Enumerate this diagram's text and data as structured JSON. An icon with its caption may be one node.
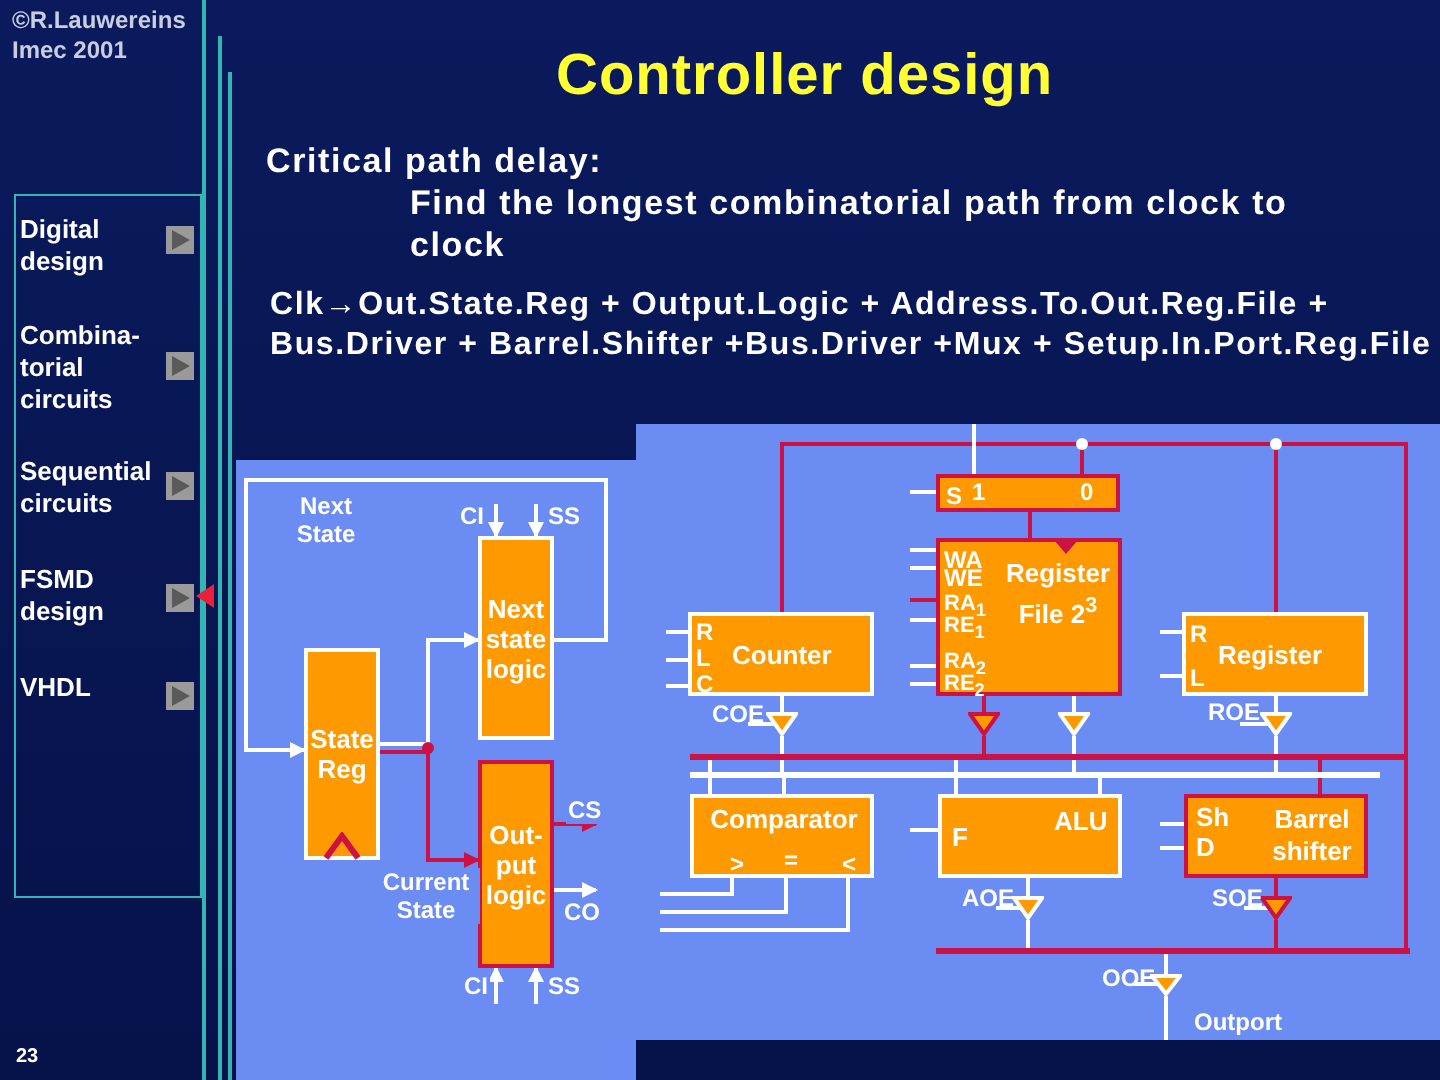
{
  "diagram": {
    "title": "Controller design",
    "nodes": [
      {
        "text": [
          "State Reg"
        ]
      },
      {
        "text": [
          "Next state logic"
        ]
      },
      {
        "text": [
          "Out- put logic"
        ]
      },
      {
        "text": [
          "S",
          "1",
          "0"
        ]
      },
      {
        "text": [
          "WA",
          "WE",
          "RA$_{1}$",
          "RE$_{1}$",
          "RA$_{2}$",
          "RE$_{2}$",
          "Register File 2$^{3}$"
        ]
      },
      {
        "text": [
          "R",
          "L",
          "C",
          "Counter"
        ]
      },
      {
        "text": [
          "R",
          "L",
          "Register"
        ]
      },
      {
        "text": [
          "Comparator",
          ">",
          "=",
          "<"
        ]
      },
      {
        "text": [
          "F",
          "ALU"
        ]
      },
      {
        "text": [
          "Sh",
          "D",
          "Barrel shifter"
        ]
      },
      {
        "text": [],
        "shape": "triangle",
        "beside": [
          "COE"
        ]
      },
      {
        "text": [],
        "shape": "triangle"
      },
      {
        "text": [],
        "shape": "triangle"
      },
      {
        "text": [],
        "shape": "triangle",
        "beside": [
          "ROE"
        ]
      },
      {
        "text": [],
        "shape": "triangle",
        "beside": [
          "AOE"
        ]
      },
      {
        "text": [],
        "shape": "triangle",
        "beside": [
          "SOE"
        ]
      },
      {
        "text": [],
        "shape": "triangle",
        "beside": [
          "OOE"
        ]
      },
      {
        "text": [],
        "shape": "bar"
      },
      {
        "text": [],
        "shape": "bar"
      },
      {
        "text": [],
        "shape": "bar"
      }
    ],
    "edges": [
      {
        "from": 1,
        "to": 0,
        "arrow": "to",
        "label": "Next State"
      },
      {
        "from": 0,
        "to": 1,
        "arrow": "to"
      },
      {
        "from": 0,
        "to": 2,
        "arrow": "to",
        "label": "Current State",
        "color": "#cc1144"
      },
      {
        "from": 2,
        "to": null,
        "arrow": "to",
        "label": "CS",
        "color": "#cc1144"
      },
      {
        "from": 2,
        "to": null,
        "arrow": "to",
        "label": "CO"
      },
      {
        "from": null,
        "to": 1,
        "arrow": "to",
        "label": "CI"
      },
      {
        "from": null,
        "to": 1,
        "arrow": "to",
        "label": "SS"
      },
      {
        "from": null,
        "to": 2,
        "arrow": "to",
        "label": "CI"
      },
      {
        "from": null,
        "to": 2,
        "arrow": "to",
        "label": "SS"
      },
      {
        "from": 3,
        "to": 4,
        "arrow": "none",
        "color": "#cc1144"
      },
      {
        "from": 4,
        "to": 11,
        "arrow": "none",
        "color": "#cc1144"
      },
      {
        "from": 4,
        "to": 12,
        "arrow": "none"
      },
      {
        "from": 5,
        "to": 10,
        "arrow": "none"
      },
      {
        "from": 6,
        "to": 13,
        "arrow": "none"
      },
      {
        "from": 10,
        "to": 18,
        "arrow": "none"
      },
      {
        "from": 11,
        "to": 17,
        "arrow": "none",
        "color": "#cc1144"
      },
      {
        "from": 12,
        "to": 18,
        "arrow": "none"
      },
      {
        "from": 13,
        "to": 18,
        "arrow": "none"
      },
      {
        "from": 17,
        "to": 7,
        "arrow": "none"
      },
      {
        "from": 18,
        "to": 7,
        "arrow": "none"
      },
      {
        "from": 17,
        "to": 8,
        "arrow": "none"
      },
      {
        "from": 18,
        "to": 8,
        "arrow": "none"
      },
      {
        "from": 17,
        "to": 9,
        "arrow": "none",
        "color": "#cc1144"
      },
      {
        "from": 8,
        "to": 14,
        "arrow": "none"
      },
      {
        "from": 9,
        "to": 15,
        "arrow": "none",
        "color": "#cc1144"
      },
      {
        "from": 14,
        "to": 19,
        "arrow": "none"
      },
      {
        "from": 15,
        "to": 19,
        "arrow": "none",
        "color": "#cc1144"
      },
      {
        "from": 19,
        "to": 16,
        "arrow": "none"
      },
      {
        "from": 16,
        "to": null,
        "arrow": "none",
        "label": "Outport"
      },
      {
        "from": 19,
        "to": 3,
        "arrow": "none",
        "color": "#cc1144"
      },
      {
        "from": 19,
        "to": 5,
        "arrow": "none",
        "color": "#cc1144"
      },
      {
        "from": 19,
        "to": 6,
        "arrow": "none",
        "color": "#cc1144"
      },
      {
        "from": null,
        "to": 3,
        "arrow": "none"
      }
    ],
    "labels": [
      "©R.Lauwereins Imec 2001",
      "Digital design",
      "Combina- torial circuits",
      "Sequential circuits",
      "FSMD design",
      "VHDL",
      "Critical path delay:",
      "Find the longest combinatorial path from clock to clock",
      "Clk→Out.State.Reg + Output.Logic + Address.To.Out.Reg.File + Bus.Driver + Barrel.Shifter +Bus.Driver +Mux + Setup.In.Port.Reg.File",
      "23"
    ]
  }
}
